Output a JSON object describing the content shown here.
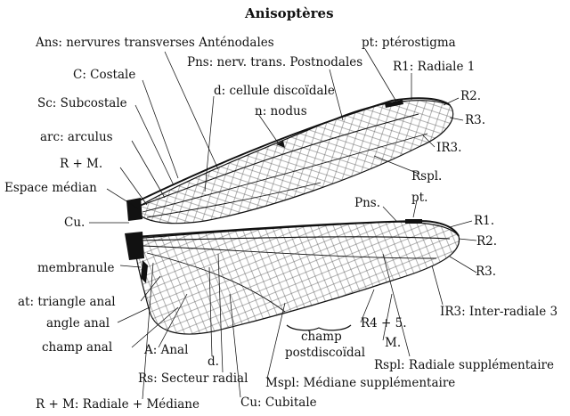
{
  "title": "Anisoptères",
  "labels": {
    "ans": "Ans: nervures transverses Anténodales",
    "pt_top": "pt: ptérostigma",
    "pns_top": "Pns: nerv. trans. Postnodales",
    "r1_top": "R1: Radiale 1",
    "costale": "C: Costale",
    "discoidale": "d: cellule discoïdale",
    "r2_top": "R2.",
    "subcostale": "Sc: Subcostale",
    "nodus": "n: nodus",
    "r3_top": "R3.",
    "arculus": "arc: arculus",
    "ir3_top": "IR3.",
    "rm_top": "R + M.",
    "rspl_top": "Rspl.",
    "espace_median": "Espace médian",
    "pns_bottom": "Pns.",
    "pt_bottom": "pt.",
    "cu_short": "Cu.",
    "r1_bottom": "R1.",
    "r2_bottom": "R2.",
    "membranule": "membranule",
    "r3_bottom": "R3.",
    "triangle_anal": "at: triangle anal",
    "ir3_bottom": "IR3: Inter-radiale 3",
    "angle_anal": "angle anal",
    "r45": "R4 + 5.",
    "champ": "champ",
    "postdiscoidal": "postdiscoïdal",
    "champ_anal": "champ anal",
    "anal": "A: Anal",
    "m": "M.",
    "d_short": "d.",
    "rspl_bottom": "Rspl: Radiale supplémentaire",
    "secteur_radial": "Rs: Secteur radial",
    "mspl": "Mspl: Médiane supplémentaire",
    "rm_bottom": "R + M: Radiale + Médiane",
    "cubitale": "Cu: Cubitale"
  }
}
